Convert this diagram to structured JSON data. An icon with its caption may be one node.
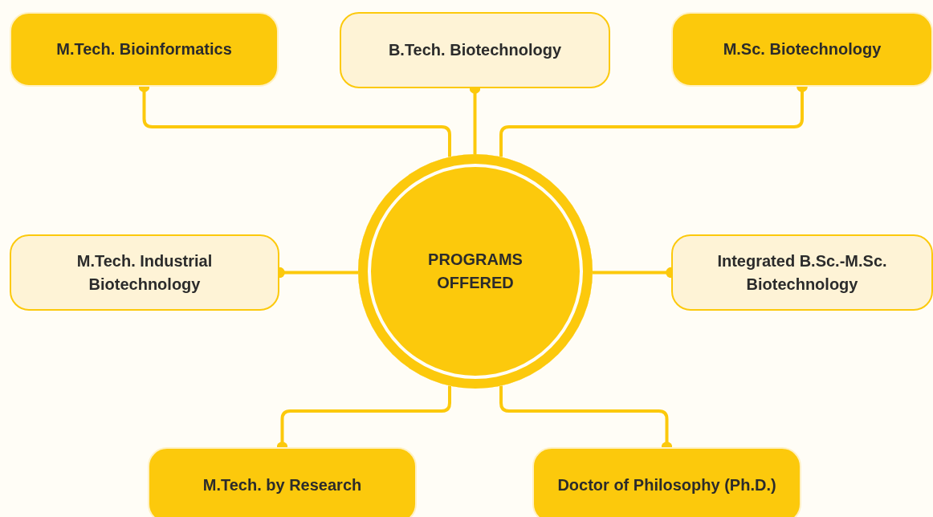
{
  "diagram": {
    "nodes": [
      {
        "text": [
          "M.Tech. Bioinformatics"
        ]
      },
      {
        "text": [
          "B.Tech. Biotechnology"
        ]
      },
      {
        "text": [
          "M.Sc. Biotechnology"
        ]
      },
      {
        "text": [
          "M.Tech. Industrial Biotechnology"
        ]
      },
      {
        "text": [
          "PROGRAMS OFFERED"
        ]
      },
      {
        "text": [
          "Integrated B.Sc.-M.Sc. Biotechnology"
        ]
      },
      {
        "text": [
          "M.Tech. by Research"
        ]
      },
      {
        "text": [
          "Doctor of Philosophy (Ph.D.)"
        ]
      }
    ],
    "edges": [
      {
        "from": 4,
        "to": 0,
        "arrow": "other"
      },
      {
        "from": 4,
        "to": 1,
        "arrow": "other"
      },
      {
        "from": 4,
        "to": 2,
        "arrow": "other"
      },
      {
        "from": 4,
        "to": 3,
        "arrow": "other"
      },
      {
        "from": 4,
        "to": 5,
        "arrow": "other"
      },
      {
        "from": 4,
        "to": 6,
        "arrow": "other"
      },
      {
        "from": 4,
        "to": 7,
        "arrow": "other"
      }
    ]
  }
}
